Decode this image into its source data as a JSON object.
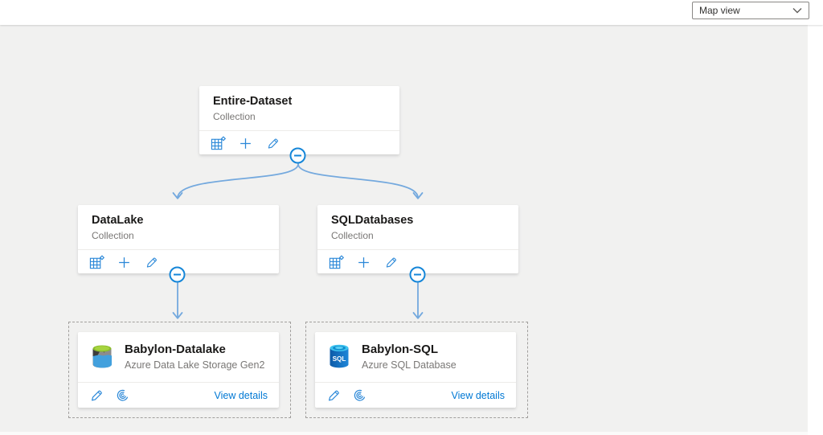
{
  "toolbar": {
    "view_selector_value": "Map view"
  },
  "colors": {
    "accent_blue": "#0078d4",
    "icon_blue": "#2b88d8",
    "connector_blue": "#74a9de",
    "canvas_gray": "#f1f1f0"
  },
  "collections": [
    {
      "title": "Entire-Dataset",
      "subtitle": "Collection"
    },
    {
      "title": "DataLake",
      "subtitle": "Collection"
    },
    {
      "title": "SQLDatabases",
      "subtitle": "Collection"
    }
  ],
  "sources": [
    {
      "title": "Babylon-Datalake",
      "subtitle": "Azure Data Lake Storage Gen2",
      "details_link": "View details",
      "icon": "azure-data-lake-storage-gen2-icon"
    },
    {
      "title": "Babylon-SQL",
      "subtitle": "Azure SQL Database",
      "details_link": "View details",
      "icon": "azure-sql-database-icon",
      "icon_text": "SQL"
    }
  ],
  "icon_names": [
    "view-assets-grid-icon",
    "add-collection-plus-icon",
    "edit-pencil-icon",
    "collapse-minus-icon",
    "scan-icon",
    "chevron-down-icon"
  ]
}
